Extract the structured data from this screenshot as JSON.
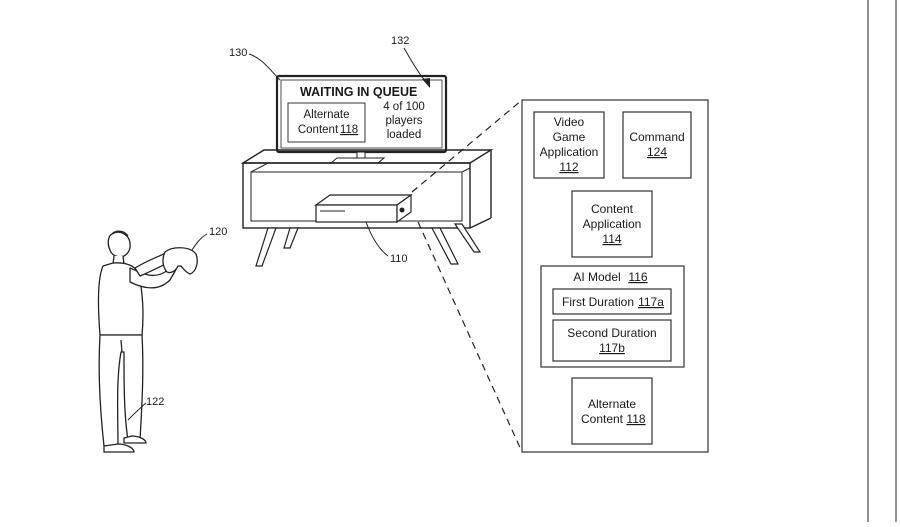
{
  "refs": {
    "tv": "130",
    "arrow": "132",
    "controller": "120",
    "console": "110",
    "user": "122"
  },
  "screen": {
    "title": "WAITING IN QUEUE",
    "alt_line1": "Alternate",
    "alt_line2": "Content",
    "alt_ref": "118",
    "status_line1": "4 of 100",
    "status_line2": "players",
    "status_line3": "loaded"
  },
  "panel": {
    "video_game": {
      "line1": "Video",
      "line2": "Game",
      "line3": "Application",
      "ref": "112"
    },
    "command": {
      "line1": "Command",
      "ref": "124"
    },
    "content_app": {
      "line1": "Content",
      "line2": "Application",
      "ref": "114"
    },
    "ai_model": {
      "label": "AI Model",
      "ref": "116"
    },
    "first_duration": {
      "label": "First Duration",
      "ref": "117a"
    },
    "second_duration": {
      "label": "Second Duration",
      "ref": "117b"
    },
    "alternate_content": {
      "line1": "Alternate",
      "line2": "Content",
      "ref": "118"
    }
  }
}
